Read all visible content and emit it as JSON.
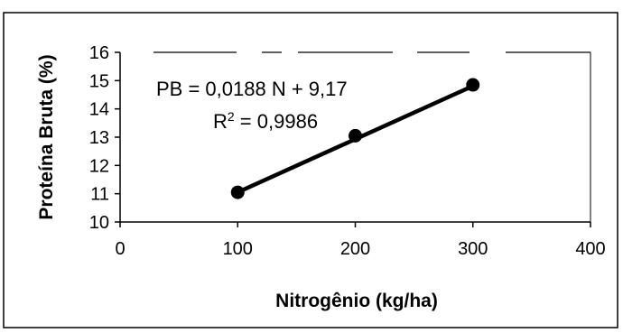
{
  "chart_data": {
    "type": "scatter",
    "title": "",
    "xlabel": "Nitrogênio (kg/ha)",
    "ylabel": "Proteína Bruta (%)",
    "xlim": [
      0,
      400
    ],
    "ylim": [
      10,
      16
    ],
    "x_ticks": [
      0,
      100,
      200,
      300,
      400
    ],
    "y_ticks": [
      10,
      11,
      12,
      13,
      14,
      15,
      16
    ],
    "x": [
      100,
      200,
      300
    ],
    "y": [
      11.05,
      13.05,
      14.85
    ],
    "trendline": {
      "slope": 0.0188,
      "intercept": 9.17,
      "x_range": [
        100,
        300
      ]
    },
    "equation": "PB = 0,0188 N + 9,17",
    "r2_prefix": "R",
    "r2_exponent": "2",
    "r2_value": " = 0,9986",
    "grid": false,
    "legend": "none",
    "colors": {
      "marker": "#000000",
      "line": "#000000",
      "axis": "#000000"
    }
  }
}
